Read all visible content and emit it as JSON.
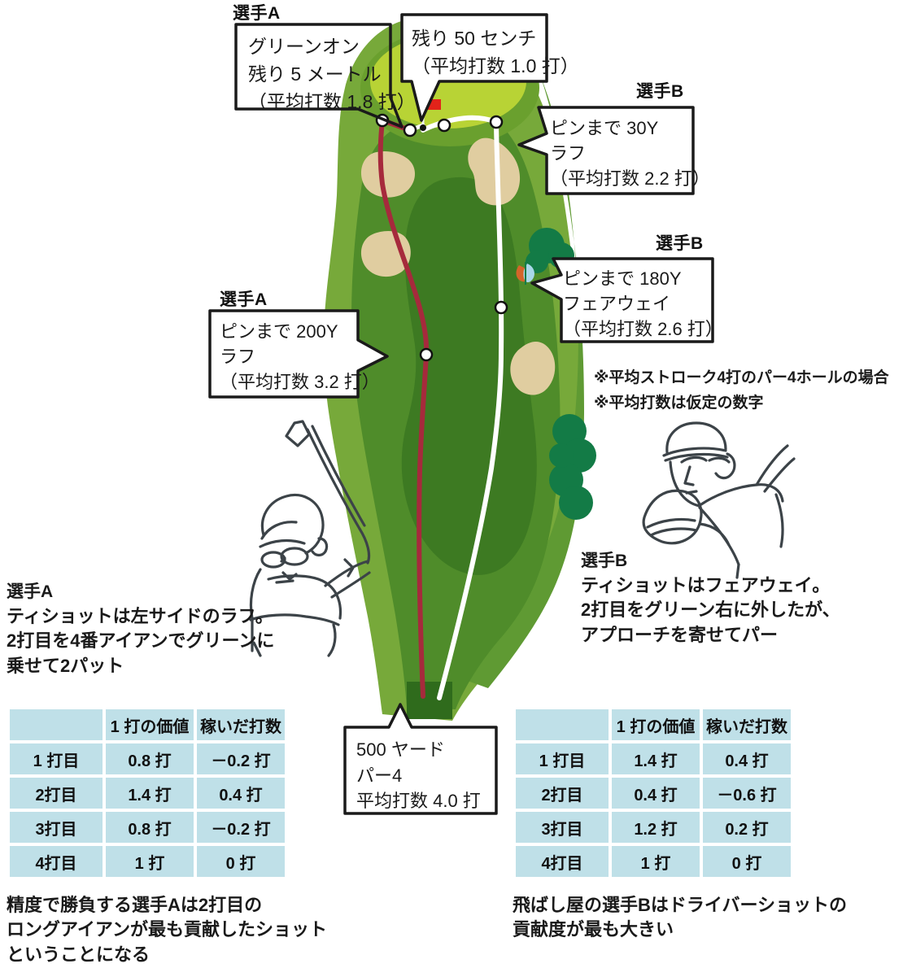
{
  "colors": {
    "rough_light": "#77a93a",
    "rough_mid": "#5f9a33",
    "fairway": "#4f8c2a",
    "fairway_dark": "#3d7a22",
    "green": "#b8d335",
    "green_fringe": "#6aa02e",
    "bunker": "#e0cda0",
    "tree": "#137b46",
    "flag_red": "#e2231a",
    "path_a": "#a62a3c",
    "path_b": "#ffffff",
    "table_cell": "#bfe0e8",
    "ink": "#1a1a1a",
    "sketch": "#3c4348"
  },
  "callouts": {
    "a_green": {
      "owner": "選手A",
      "lines": [
        "グリーンオン",
        "残り 5 メートル",
        "（平均打数 1.8 打）"
      ]
    },
    "a_putt": {
      "owner": "",
      "lines": [
        "残り 50 センチ",
        "（平均打数 1.0 打）"
      ]
    },
    "b_30y": {
      "owner": "選手B",
      "lines": [
        "ピンまで 30Y",
        "ラフ",
        "（平均打数 2.2 打）"
      ]
    },
    "b_180y": {
      "owner": "選手B",
      "lines": [
        "ピンまで 180Y",
        "フェアウェイ",
        "（平均打数 2.6 打）"
      ]
    },
    "a_200y": {
      "owner": "選手A",
      "lines": [
        "ピンまで 200Y",
        "ラフ",
        "（平均打数 3.2 打）"
      ]
    },
    "tee": {
      "owner": "",
      "lines": [
        "500 ヤード",
        "パー4",
        "平均打数 4.0 打"
      ]
    }
  },
  "notes": {
    "line1": "※平均ストローク4打のパー4ホールの場合",
    "line2": "※平均打数は仮定の数字"
  },
  "player_a_desc": {
    "title": "選手A",
    "lines": [
      "ティショットは左サイドのラフ。",
      "2打目を4番アイアンでグリーンに",
      "乗せて2パット"
    ]
  },
  "player_b_desc": {
    "title": "選手B",
    "lines": [
      "ティショットはフェアウェイ。",
      "2打目をグリーン右に外したが、",
      "アプローチを寄せてパー"
    ]
  },
  "table_a": {
    "headers": [
      "",
      "1 打の価値",
      "稼いだ打数"
    ],
    "rows": [
      [
        "1 打目",
        "0.8 打",
        "－0.2 打"
      ],
      [
        "2打目",
        "1.4 打",
        "0.4 打"
      ],
      [
        "3打目",
        "0.8 打",
        "－0.2 打"
      ],
      [
        "4打目",
        "1 打",
        "0 打"
      ]
    ]
  },
  "table_b": {
    "headers": [
      "",
      "1 打の価値",
      "稼いだ打数"
    ],
    "rows": [
      [
        "1 打目",
        "1.4 打",
        "0.4 打"
      ],
      [
        "2打目",
        "0.4 打",
        "－0.6 打"
      ],
      [
        "3打目",
        "1.2 打",
        "0.2 打"
      ],
      [
        "4打目",
        "1 打",
        "0 打"
      ]
    ]
  },
  "conclusion_a": {
    "lines": [
      "精度で勝負する選手Aは2打目の",
      "ロングアイアンが最も貢献したショット",
      "ということになる"
    ]
  },
  "conclusion_b": {
    "lines": [
      "飛ばし屋の選手Bはドライバーショットの",
      "貢献度が最も大きい"
    ]
  },
  "chart_data": {
    "type": "table",
    "title": "ショットバリュー（1打の価値と稼いだ打数）",
    "par": 4,
    "yardage": "500 ヤード",
    "average_strokes": 4.0,
    "categories": [
      "1打目",
      "2打目",
      "3打目",
      "4打目"
    ],
    "series": [
      {
        "name": "選手A 1打の価値",
        "values": [
          0.8,
          1.4,
          0.8,
          1
        ]
      },
      {
        "name": "選手A 稼いだ打数",
        "values": [
          -0.2,
          0.4,
          -0.2,
          0
        ]
      },
      {
        "name": "選手B 1打の価値",
        "values": [
          1.4,
          0.4,
          1.2,
          1
        ]
      },
      {
        "name": "選手B 稼いだ打数",
        "values": [
          0.4,
          -0.6,
          0.2,
          0
        ]
      }
    ],
    "shot_positions": [
      {
        "player": "A",
        "label": "ピンまで 200Y ラフ",
        "avg_strokes": 3.2
      },
      {
        "player": "A",
        "label": "グリーンオン 残り 5 メートル",
        "avg_strokes": 1.8
      },
      {
        "player": "A",
        "label": "残り 50 センチ",
        "avg_strokes": 1.0
      },
      {
        "player": "B",
        "label": "ピンまで 180Y フェアウェイ",
        "avg_strokes": 2.6
      },
      {
        "player": "B",
        "label": "ピンまで 30Y ラフ",
        "avg_strokes": 2.2
      }
    ]
  }
}
